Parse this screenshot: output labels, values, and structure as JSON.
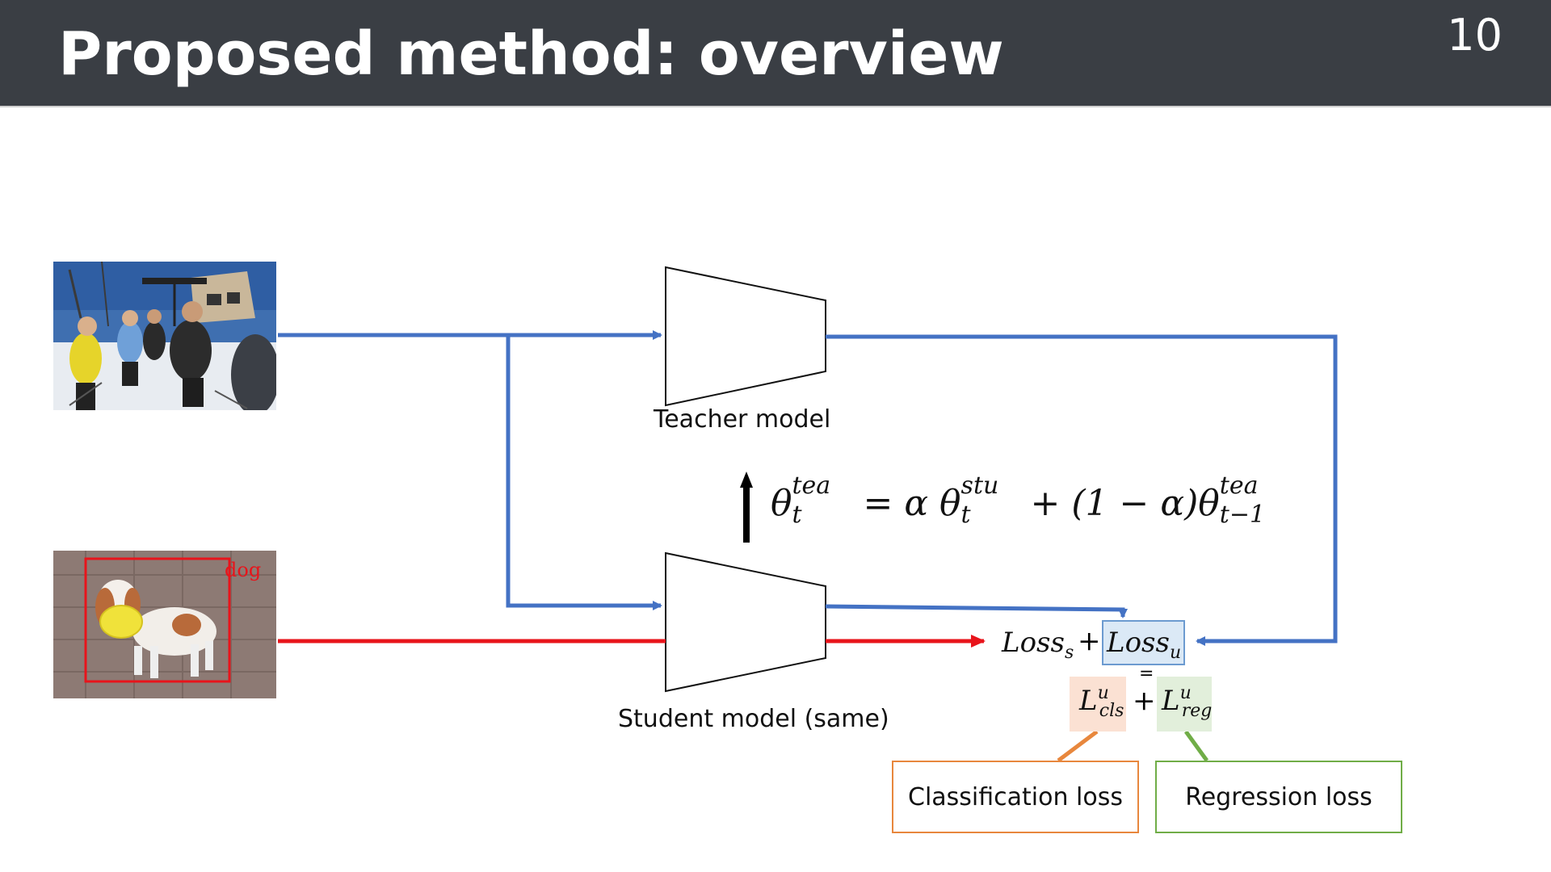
{
  "slide": {
    "title": "Proposed method: overview",
    "page_number": "10"
  },
  "images": {
    "unlabeled_photo": "ski scene photo",
    "labeled_photo": {
      "label": "dog"
    }
  },
  "models": {
    "teacher_label": "Teacher model",
    "student_label": "Student model (same)"
  },
  "equation": {
    "lhs": "θ",
    "lhs_sup": "tea",
    "lhs_sub": "t",
    "eq": " = α ",
    "theta2": "θ",
    "theta2_sup": "stu",
    "theta2_sub": "t",
    "mid": " + (1 − α)",
    "theta3": "θ",
    "theta3_sup": "tea",
    "theta3_sub": "t−1"
  },
  "losses": {
    "loss_s": "Loss",
    "loss_s_sub": "s",
    "plus": "+",
    "loss_u": "Loss",
    "loss_u_sub": "u",
    "equals": "=",
    "l_cls_main": "L",
    "l_cls_sup": "u",
    "l_cls_sub": "cls",
    "l_reg_main": "L",
    "l_reg_sup": "u",
    "l_reg_sub": "reg",
    "classification_label": "Classification loss",
    "regression_label": "Regression loss"
  },
  "colors": {
    "unlabeled_flow": "#4472c4",
    "labeled_flow": "#e8141b",
    "cls_accent": "#e8873d",
    "reg_accent": "#70ad47",
    "header_bg": "#3a3e44"
  }
}
